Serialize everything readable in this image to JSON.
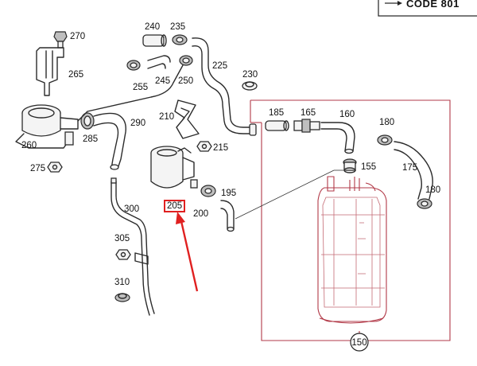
{
  "header": {
    "code_label": "CODE 801"
  },
  "labels": {
    "l240": "240",
    "l235": "235",
    "l270": "270",
    "l225": "225",
    "l265": "265",
    "l255": "255",
    "l245": "245",
    "l250": "250",
    "l230": "230",
    "l210": "210",
    "l290": "290",
    "l260": "260",
    "l285": "285",
    "l215": "215",
    "l275": "275",
    "l185": "185",
    "l165": "165",
    "l160": "160",
    "l180a": "180",
    "l180b": "180",
    "l155": "155",
    "l175": "175",
    "l195": "195",
    "l200": "200",
    "l205": "205",
    "l300": "300",
    "l305": "305",
    "l310": "310",
    "l150": "150"
  },
  "colors": {
    "highlight": "#e02020",
    "assembly_outline": "#b23a48"
  },
  "highlighted_part": "205"
}
